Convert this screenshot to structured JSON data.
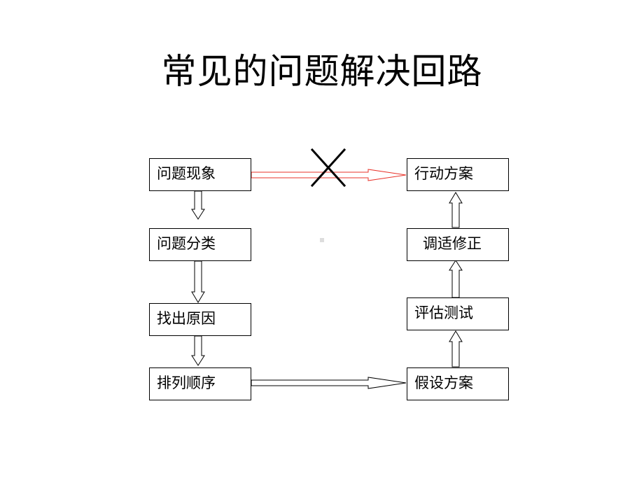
{
  "title": "常见的问题解决回路",
  "left_column": [
    {
      "label": "问题现象"
    },
    {
      "label": "问题分类"
    },
    {
      "label": "找出原因"
    },
    {
      "label": "排列顺序"
    }
  ],
  "right_column": [
    {
      "label": "行动方案"
    },
    {
      "label": "调适修正"
    },
    {
      "label": "评估测试"
    },
    {
      "label": "假设方案"
    }
  ],
  "colors": {
    "invalid_path": "#e8332a",
    "cross": "#000000",
    "normal_path": "#000000"
  }
}
